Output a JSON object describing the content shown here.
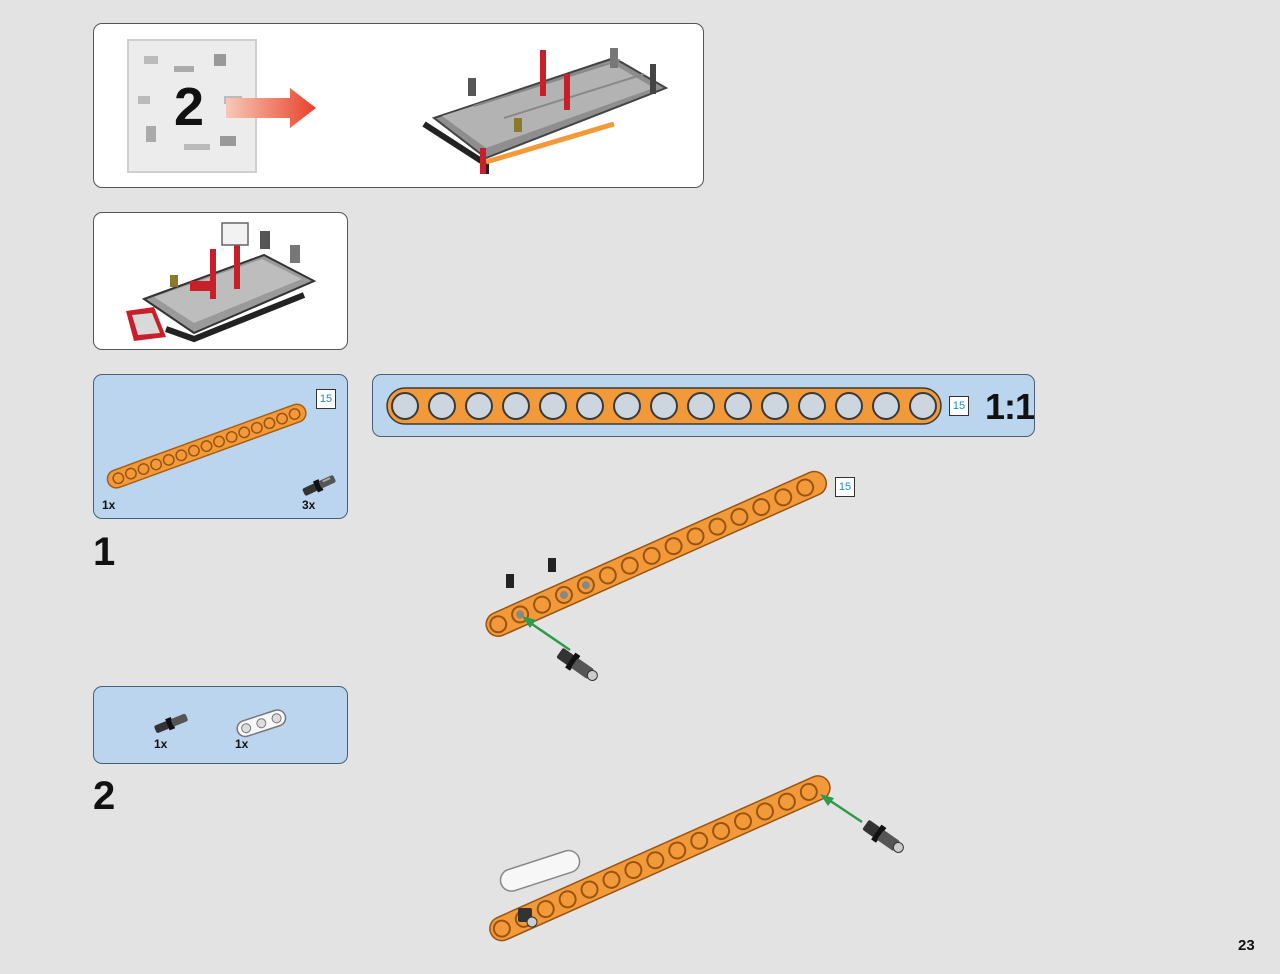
{
  "header": {
    "bag_number": "2"
  },
  "parts_callout_1": {
    "items": [
      {
        "name": "orange-beam-15",
        "qty": "1x",
        "length": "15"
      },
      {
        "name": "black-connector-pin",
        "qty": "3x"
      }
    ]
  },
  "scale_bar": {
    "length": "15",
    "scale": "1:1"
  },
  "steps": [
    {
      "number": "1",
      "length_tag": "15"
    },
    {
      "number": "2"
    }
  ],
  "parts_callout_2": {
    "items": [
      {
        "name": "black-connector-pin",
        "qty": "1x"
      },
      {
        "name": "white-beam-3",
        "qty": "1x"
      }
    ]
  },
  "footer": {
    "page_number": "23"
  },
  "colors": {
    "background": "#e3e3e3",
    "callout_blue": "#bcd5ee",
    "beam_orange": "#f29a3a",
    "arrow_green": "#2e9a4a",
    "arrow_red": "#e8412b",
    "accent_red": "#c8202a"
  }
}
